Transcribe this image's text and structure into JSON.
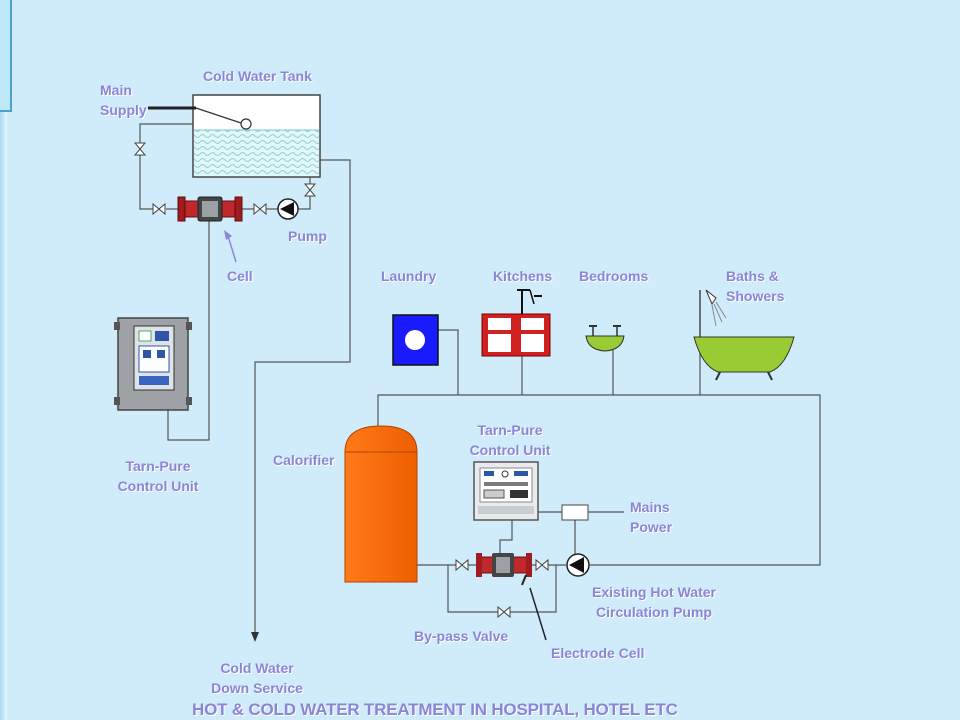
{
  "labels": {
    "main_supply": [
      "Main",
      "Supply"
    ],
    "cold_water_tank": "Cold Water Tank",
    "pump": "Pump",
    "cell": "Cell",
    "tarn_pure_control_unit_left": [
      "Tarn-Pure",
      "Control Unit"
    ],
    "laundry": "Laundry",
    "kitchens": "Kitchens",
    "bedrooms": "Bedrooms",
    "baths_showers": [
      "Baths &",
      "Showers"
    ],
    "calorifier": "Calorifier",
    "tarn_pure_control_unit_right": [
      "Tarn-Pure",
      "Control Unit"
    ],
    "mains_power": [
      "Mains",
      "Power"
    ],
    "existing_pump": [
      "Existing Hot Water",
      "Circulation Pump"
    ],
    "bypass_valve": "By-pass Valve",
    "electrode_cell": "Electrode Cell",
    "cold_water_down_service": [
      "Cold Water",
      "Down Service"
    ]
  },
  "caption": "HOT & COLD WATER TREATMENT IN HOSPITAL, HOTEL ETC",
  "colors": {
    "background": "#d0ecfa",
    "label": "#8b85d6",
    "calorifier": "#ff6600",
    "cell_red": "#c0282c",
    "bath_green": "#99cc33",
    "laundry_blue": "#1a1aff",
    "pipe": "#555555"
  }
}
